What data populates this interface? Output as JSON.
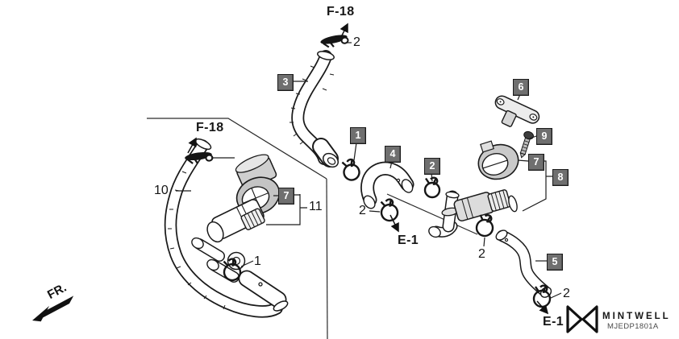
{
  "diagram": {
    "references": {
      "frame": "F-18",
      "engine": "E-1",
      "front": "FR."
    },
    "callouts": {
      "c1": "1",
      "c2": "2",
      "c10": "10",
      "c11": "11"
    },
    "boxed": {
      "b1": "1",
      "b2": "2",
      "b3": "3",
      "b4": "4",
      "b5": "5",
      "b6": "6",
      "b7": "7",
      "b8": "8",
      "b9": "9"
    },
    "branding": {
      "name": "MINTWELL",
      "code": "MJEDP1801A"
    }
  }
}
